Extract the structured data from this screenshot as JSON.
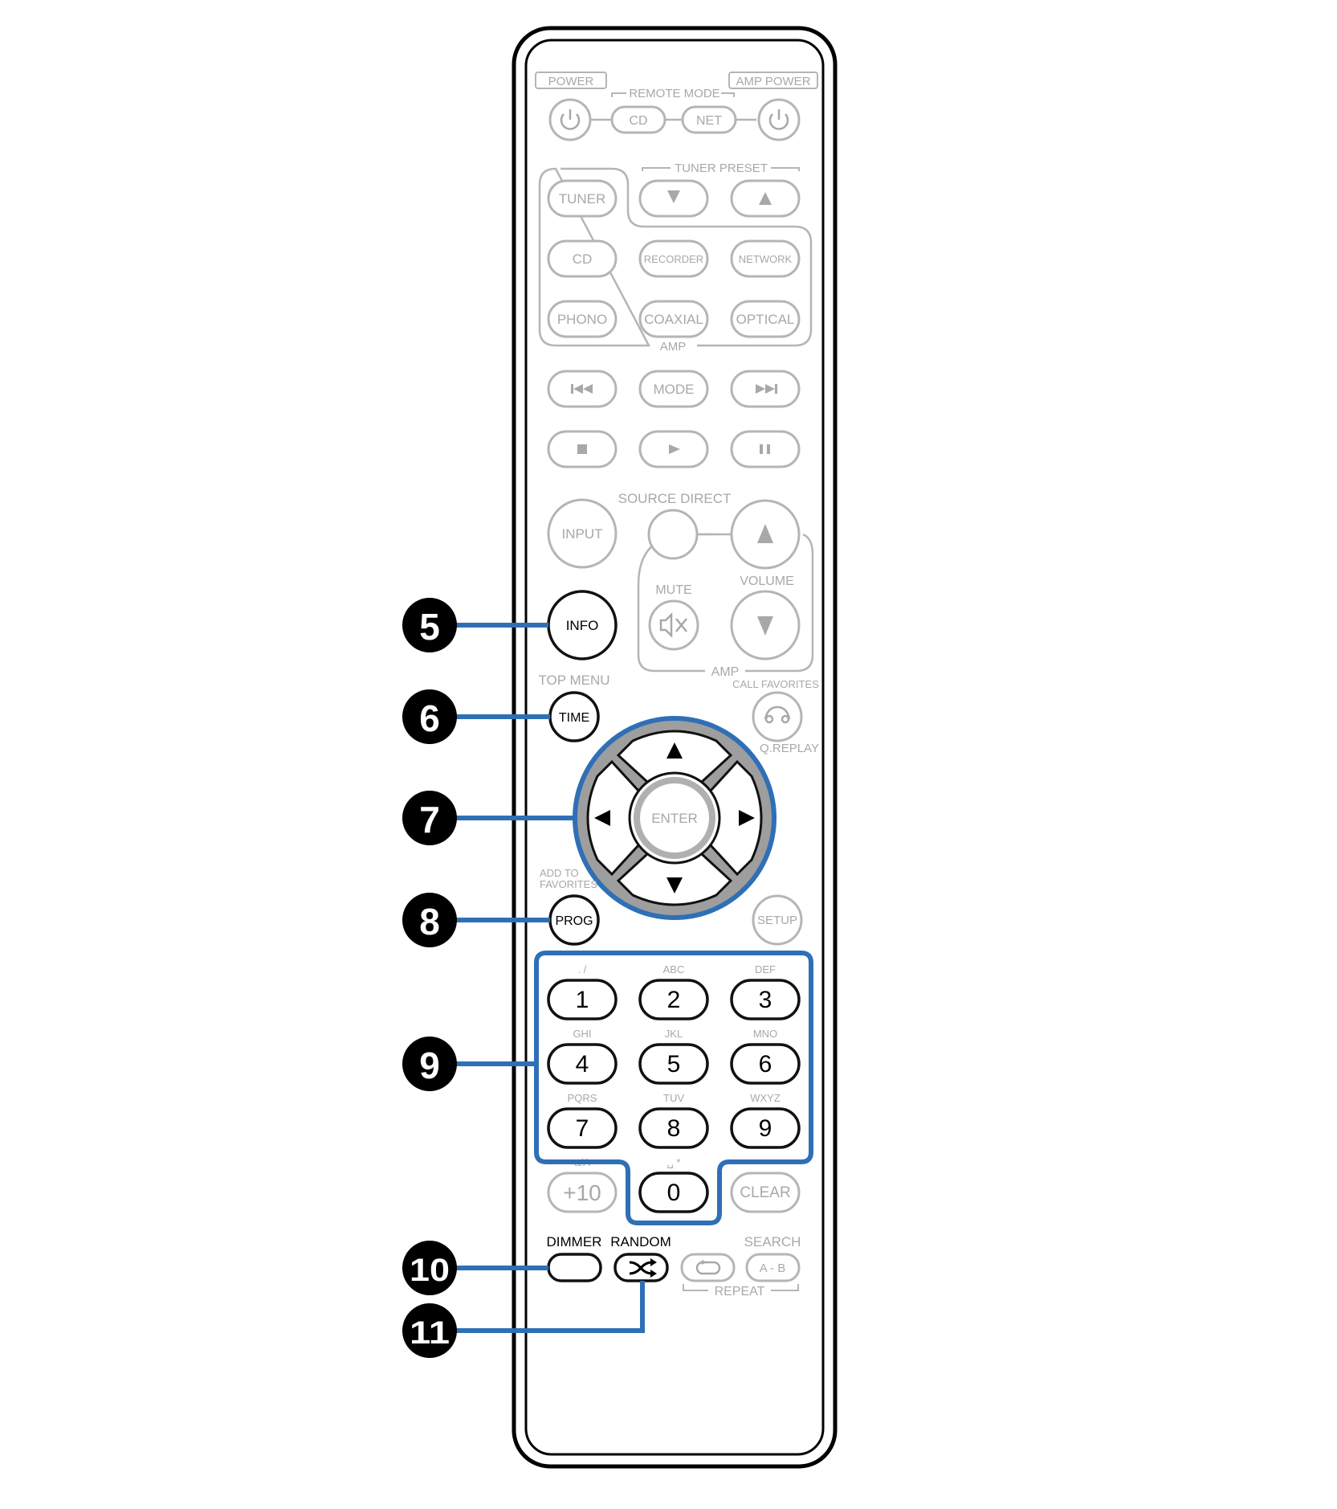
{
  "top": {
    "power_label": "POWER",
    "remote_mode_label": "REMOTE MODE",
    "amp_power_label": "AMP POWER",
    "cd_mode": "CD",
    "net_mode": "NET"
  },
  "sources": {
    "tuner_preset_label": "TUNER PRESET",
    "tuner": "TUNER",
    "cd": "CD",
    "recorder": "RECORDER",
    "network": "NETWORK",
    "phono": "PHONO",
    "coaxial": "COAXIAL",
    "optical": "OPTICAL",
    "amp_label": "AMP"
  },
  "transport": {
    "mode": "MODE"
  },
  "volume_area": {
    "input": "INPUT",
    "source_direct": "SOURCE DIRECT",
    "mute": "MUTE",
    "volume": "VOLUME",
    "amp_label": "AMP"
  },
  "highlighted": {
    "info": "INFO",
    "top_menu": "TOP MENU",
    "time": "TIME",
    "add_to": "ADD TO",
    "favorites": "FAVORITES",
    "prog": "PROG",
    "dimmer": "DIMMER",
    "random": "RANDOM"
  },
  "nav": {
    "call_favorites": "CALL FAVORITES",
    "q_replay": "Q.REPLAY",
    "enter": "ENTER",
    "setup": "SETUP"
  },
  "numpad": {
    "keys": [
      {
        "digit": "1",
        "letters": ". /"
      },
      {
        "digit": "2",
        "letters": "ABC"
      },
      {
        "digit": "3",
        "letters": "DEF"
      },
      {
        "digit": "4",
        "letters": "GHI"
      },
      {
        "digit": "5",
        "letters": "JKL"
      },
      {
        "digit": "6",
        "letters": "MNO"
      },
      {
        "digit": "7",
        "letters": "PQRS"
      },
      {
        "digit": "8",
        "letters": "TUV"
      },
      {
        "digit": "9",
        "letters": "WXYZ"
      }
    ],
    "plus10": "+10",
    "plus10_sub": "a/A",
    "zero": "0",
    "zero_sub": "␣ *",
    "clear": "CLEAR"
  },
  "bottom": {
    "search_label": "SEARCH",
    "ab": "A - B",
    "repeat_label": "REPEAT"
  },
  "callouts": [
    "5",
    "6",
    "7",
    "8",
    "9",
    "10",
    "11"
  ],
  "colors": {
    "highlight_blue": "#2f6fb6",
    "inactive_gray": "#b5b5b5",
    "callout_black": "#000000"
  }
}
